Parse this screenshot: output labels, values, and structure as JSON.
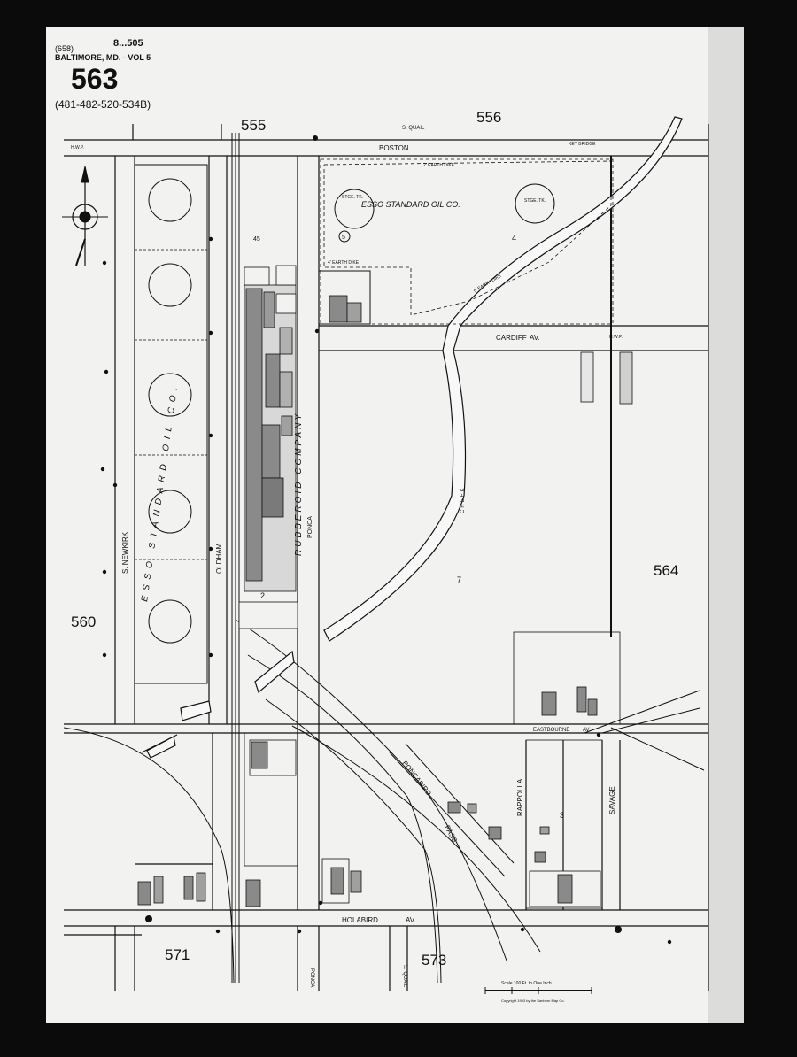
{
  "header": {
    "ref_code": "(658)",
    "city_volume": "BALTIMORE, MD. - VOL 5",
    "sheet_number": "563",
    "adjacent_sheets_ref": "(481-482-520-534B)",
    "top_scribble": "8...505"
  },
  "adjacent_sheet_numbers": {
    "top_left": "555",
    "top_right": "556",
    "right": "564",
    "left": "560",
    "bottom_left": "571",
    "bottom_mid": "573"
  },
  "streets": {
    "boston": "BOSTON",
    "cardiff": "CARDIFF",
    "cardiff_suffix": "AV.",
    "holabird": "HOLABIRD",
    "holabird_suffix": "AV.",
    "eastbourne": "EASTBOURNE",
    "eastbourne_suffix": "AV.",
    "s_newkirk": "S. NEWKIRK",
    "oldham": "OLDHAM",
    "ponca": "PONCA",
    "ponca_bottom": "PONCA",
    "poncabird": "PONCABIRD",
    "pass": "PASS",
    "rappolla": "RAPPOLLA",
    "savage": "SAVAGE",
    "s_quail_bottom": "S. QUAIL",
    "s_quail_top": "S. QUAIL",
    "key_bridge": "KEY BRIDGE"
  },
  "labels": {
    "esso_oil_co_top": "ESSO STANDARD OIL CO.",
    "esso_oil_co_vertical": "ESSO STANDARD OIL CO.",
    "rubberoid_co": "RUBBEROID COMPANY",
    "creek": "CREEK",
    "lot_4": "4",
    "lot_5": "5",
    "lot_7": "7",
    "lot_2": "2",
    "lot_3": "3",
    "lot_45": "45",
    "stge_tk_1": "STGE. TK.",
    "stge_tk_2": "STGE. TK.",
    "earth_dike_1": "2' EARTH DIKE",
    "earth_dike_2": "4' EARTH DIKE",
    "earth_dike_3": "6' EARTH DIKE",
    "hwp_1": "H.W.P.",
    "hwp_2": "H.W.P.",
    "scale_text": "Scale 100 Ft. to One Inch",
    "copyright": "Copyright 1953 by the Sanborn Map Co."
  },
  "colors": {
    "paper": "#f2f2f0",
    "ink": "#111111",
    "building_fill": "#8a8a8a",
    "background": "#0b0b0b"
  }
}
